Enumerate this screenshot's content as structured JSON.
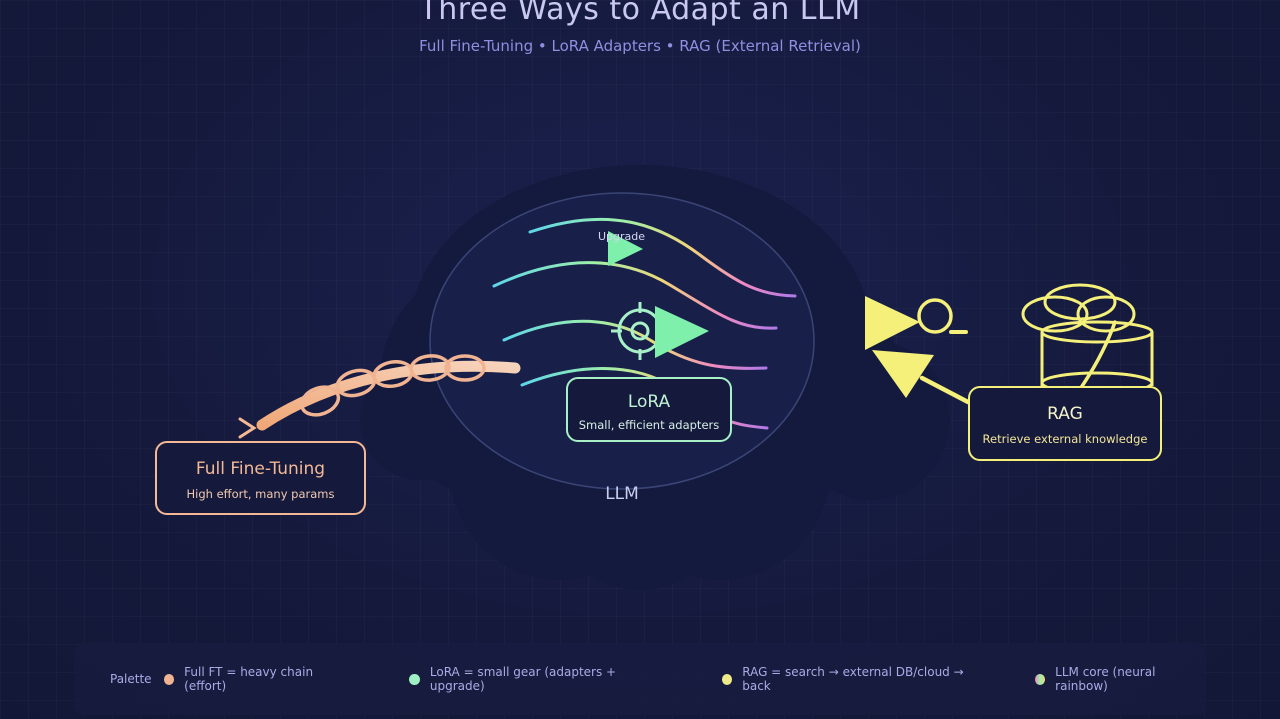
{
  "header": {
    "title": "Three Ways to Adapt an LLM",
    "subtitle": "Full Fine-Tuning • LoRA Adapters • RAG (External Retrieval)"
  },
  "nodes": {
    "full_ft": {
      "title": "Full Fine-Tuning",
      "subtitle": "High effort, many params"
    },
    "lora": {
      "title": "LoRA",
      "subtitle": "Small, efficient adapters"
    },
    "rag": {
      "title": "RAG",
      "subtitle": "Retrieve external knowledge"
    }
  },
  "llm_label": "LLM",
  "upgrade_label": "Upgrade",
  "legend": {
    "label": "Palette",
    "items": [
      {
        "text": "Full FT = heavy chain (effort)",
        "color": "#f0b492"
      },
      {
        "text": "LoRA = small gear (adapters + upgrade)",
        "color": "#9ef0c4"
      },
      {
        "text": "RAG = search → external DB/cloud → back",
        "color": "#eeea8a"
      },
      {
        "text": "LLM core (neural rainbow)",
        "color": "#c08ae0"
      }
    ]
  },
  "colors": {
    "full_ft": "#f4b896",
    "lora": "#a7f0c8",
    "rag": "#f4f07a",
    "background": "#151a3d"
  },
  "icons": [
    "chain-icon",
    "gear-icon",
    "upgrade-arrow-icon",
    "search-icon",
    "database-icon",
    "cloud-icon"
  ]
}
